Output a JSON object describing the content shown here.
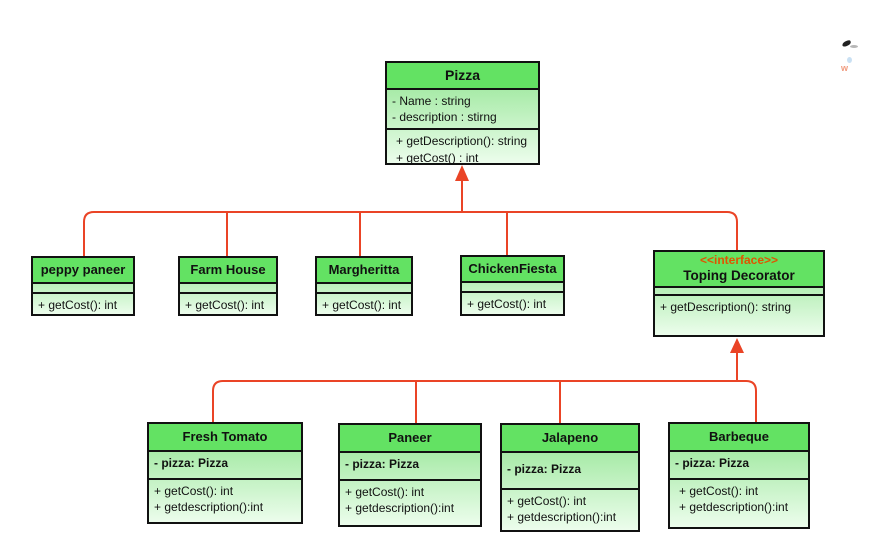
{
  "diagram": {
    "colors": {
      "header_green": "#63e263",
      "body_gradient_start": "#8fe48f",
      "body_gradient_end": "#ecfdec",
      "connector_red": "#ea4426",
      "stereotype_orange": "#e05400",
      "border_black": "#111111"
    },
    "classes": [
      {
        "name": "Pizza",
        "attributes": [
          "- Name : string",
          "- description : stirng"
        ],
        "methods": [
          "+ getDescription(): string",
          "+ getCost() : int"
        ]
      },
      {
        "name": "peppy paneer",
        "methods": [
          "+ getCost(): int"
        ]
      },
      {
        "name": "Farm House",
        "methods": [
          "+ getCost(): int"
        ]
      },
      {
        "name": "Margheritta",
        "methods": [
          "+ getCost(): int"
        ]
      },
      {
        "name": "ChickenFiesta",
        "methods": [
          "+ getCost(): int"
        ]
      },
      {
        "stereotype": "<<interface>>",
        "name": "Toping Decorator",
        "methods": [
          "+ getDescription(): string"
        ]
      },
      {
        "name": "Fresh Tomato",
        "attributes": [
          "- pizza: Pizza"
        ],
        "methods": [
          "+ getCost(): int",
          "+ getdescription():int"
        ]
      },
      {
        "name": "Paneer",
        "attributes": [
          "- pizza: Pizza"
        ],
        "methods": [
          "+ getCost(): int",
          "+ getdescription():int"
        ]
      },
      {
        "name": "Jalapeno",
        "attributes": [
          "- pizza: Pizza"
        ],
        "methods": [
          "+ getCost(): int",
          "+ getdescription():int"
        ]
      },
      {
        "name": "Barbeque",
        "attributes": [
          "- pizza: Pizza"
        ],
        "methods": [
          "+ getCost(): int",
          "+ getdescription():int"
        ]
      }
    ],
    "relationships": [
      {
        "type": "generalization",
        "from": [
          "peppy paneer",
          "Farm House",
          "Margheritta",
          "ChickenFiesta",
          "Toping Decorator"
        ],
        "to": "Pizza"
      },
      {
        "type": "generalization",
        "from": [
          "Fresh Tomato",
          "Paneer",
          "Jalapeno",
          "Barbeque"
        ],
        "to": "Toping Decorator"
      }
    ]
  }
}
